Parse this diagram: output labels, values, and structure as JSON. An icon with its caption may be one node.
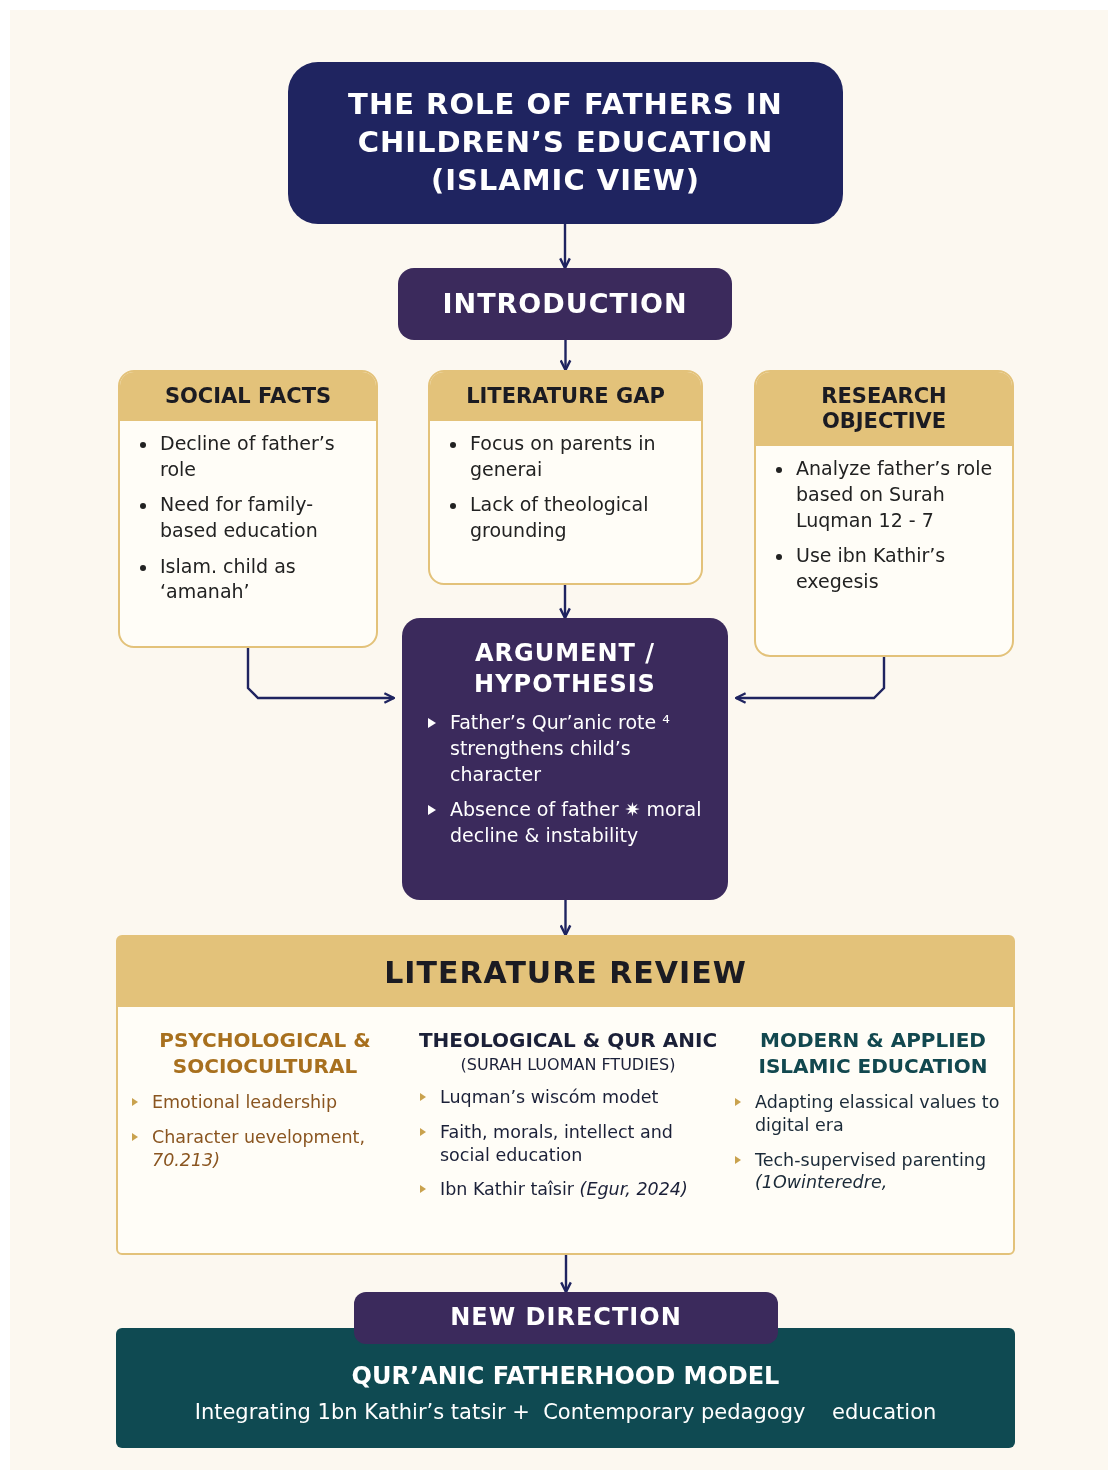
{
  "diagram": {
    "nodes": [
      {
        "text": [
          "THE ROLE OF FATHERS IN CHILDREN’S EDUCATION (ISLAMIC VIEW)"
        ]
      },
      {
        "text": [
          "INTRODUCTION"
        ]
      },
      {
        "text": [
          "SOCIAL FACTS",
          "Decline of father’s role",
          "Need for family-based education",
          "Islam. child as ‘amanah’"
        ]
      },
      {
        "text": [
          "LITERATURE GAP",
          "Focus on parents in generai",
          "Lack of theological grounding"
        ]
      },
      {
        "text": [
          "RESEARCH OBJECTIVE",
          "Analyze father’s role based on Surah Luqman 12 - 7",
          "Use ibn Kathir’s exegesis"
        ]
      },
      {
        "text": [
          "ARGUMENT / HYPOTHESIS",
          "Father’s Qur’anic rote ⁴ strengthens child’s character",
          "Absence of father ✷ moral decline & instability"
        ]
      },
      {
        "text": [
          "LITERATURE REVIEW",
          "PSYCHOLOGICAL & SOCIOCULTURAL",
          "Emotional leadership",
          "Character uevelopment, *70.213)*",
          "THEOLOGICAL & QUR ANIC",
          "(SURAH LUOMAN FTUDIES)",
          "Luqman’s wiscóm modet",
          "Faith, morals, intellect and social education",
          "Ibn Kathir taîsir *(Egur, 2024)*",
          "MODERN & APPLIED ISLAMIC EDUCATION",
          "Adapting elassical values to digital era",
          "Tech-supervised parenting *(1Owinteredre,*"
        ]
      },
      {
        "text": [
          "NEW DIRECTION"
        ]
      },
      {
        "text": [
          "QUR’ANIC FATHERHOOD MODEL",
          "Integrating 1bn Kathir’s tatsir +  Contemporary pedagogy    education"
        ]
      }
    ],
    "edges": [
      {
        "from": 0,
        "to": 1,
        "arrow": "to"
      },
      {
        "from": 1,
        "to": 3,
        "arrow": "to"
      },
      {
        "from": 3,
        "to": 5,
        "arrow": "to"
      },
      {
        "from": 2,
        "to": 5,
        "arrow": "to"
      },
      {
        "from": 4,
        "to": 5,
        "arrow": "to"
      },
      {
        "from": 5,
        "to": 6,
        "arrow": "to"
      },
      {
        "from": 6,
        "to": 7,
        "arrow": "to"
      }
    ]
  }
}
